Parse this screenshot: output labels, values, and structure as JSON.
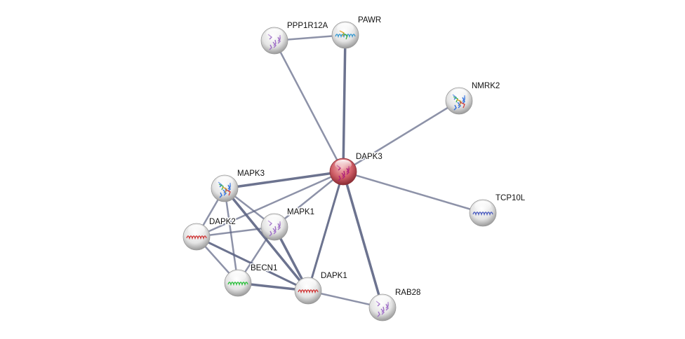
{
  "network": {
    "colors": {
      "edge": "#5c6483",
      "node": "#e8e8e8",
      "query_node": "#c9545c"
    },
    "nodes": [
      {
        "id": "DAPK3",
        "label": "DAPK3",
        "query": true,
        "glyph": "magenta-structure"
      },
      {
        "id": "PPP1R12A",
        "label": "PPP1R12A",
        "glyph": "purple-structure"
      },
      {
        "id": "PAWR",
        "label": "PAWR",
        "glyph": "helix-multicolor"
      },
      {
        "id": "NMRK2",
        "label": "NMRK2",
        "glyph": "multicolor-structure"
      },
      {
        "id": "TCP10L",
        "label": "TCP10L",
        "glyph": "blue-helix"
      },
      {
        "id": "MAPK3",
        "label": "MAPK3",
        "glyph": "multicolor-structure"
      },
      {
        "id": "MAPK1",
        "label": "MAPK1",
        "glyph": "purple-structure"
      },
      {
        "id": "DAPK2",
        "label": "DAPK2",
        "glyph": "red-helix"
      },
      {
        "id": "BECN1",
        "label": "BECN1",
        "glyph": "green-helix"
      },
      {
        "id": "DAPK1",
        "label": "DAPK1",
        "glyph": "red-helix"
      },
      {
        "id": "RAB28",
        "label": "RAB28",
        "glyph": "purple-structure"
      }
    ],
    "edges": [
      [
        "PPP1R12A",
        "PAWR"
      ],
      [
        "PPP1R12A",
        "DAPK3"
      ],
      [
        "PAWR",
        "DAPK3"
      ],
      [
        "NMRK2",
        "DAPK3"
      ],
      [
        "TCP10L",
        "DAPK3"
      ],
      [
        "RAB28",
        "DAPK3"
      ],
      [
        "RAB28",
        "DAPK1"
      ],
      [
        "MAPK3",
        "DAPK3"
      ],
      [
        "MAPK1",
        "DAPK3"
      ],
      [
        "DAPK2",
        "DAPK3"
      ],
      [
        "DAPK1",
        "DAPK3"
      ],
      [
        "MAPK3",
        "MAPK1"
      ],
      [
        "MAPK3",
        "DAPK2"
      ],
      [
        "MAPK3",
        "BECN1"
      ],
      [
        "MAPK3",
        "DAPK1"
      ],
      [
        "MAPK1",
        "DAPK2"
      ],
      [
        "MAPK1",
        "DAPK1"
      ],
      [
        "MAPK1",
        "BECN1"
      ],
      [
        "DAPK2",
        "BECN1"
      ],
      [
        "DAPK2",
        "DAPK1"
      ],
      [
        "BECN1",
        "DAPK1"
      ]
    ]
  }
}
